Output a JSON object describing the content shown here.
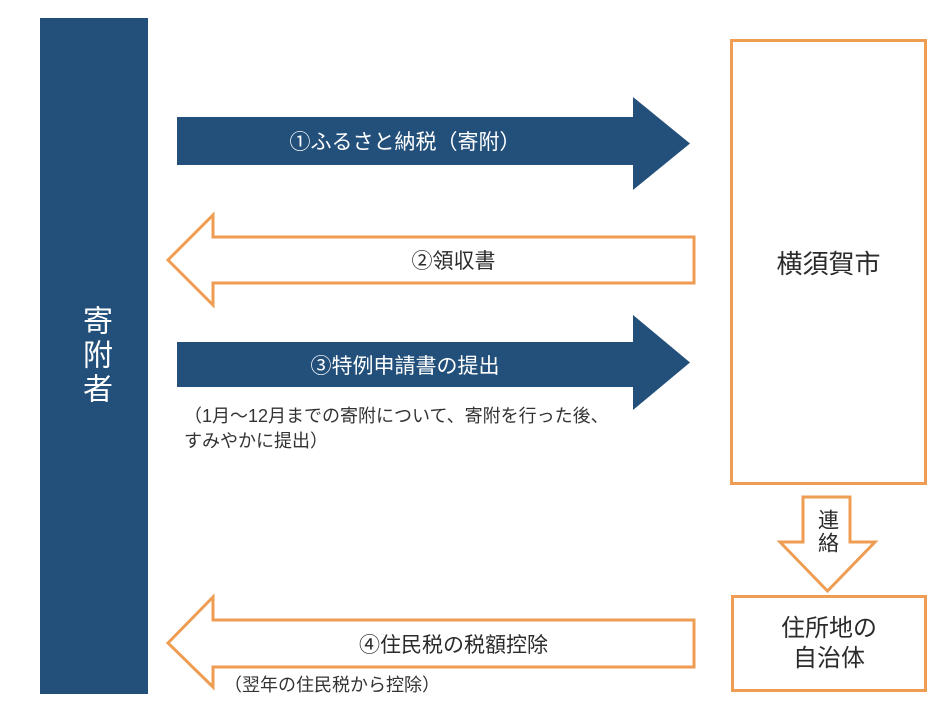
{
  "colors": {
    "navy": "#23507B",
    "orange": "#EE9D52"
  },
  "donor": {
    "label": "寄附者"
  },
  "boxes": {
    "yokosuka": {
      "label": "横須賀市"
    },
    "municipality": {
      "line1": "住所地の",
      "line2": "自治体"
    }
  },
  "arrows": {
    "step1": {
      "label": "①ふるさと納税（寄附）",
      "direction": "right",
      "style": "filled-navy"
    },
    "step2": {
      "label": "②領収書",
      "direction": "left",
      "style": "white-orange-outline"
    },
    "step3": {
      "label": "③特例申請書の提出",
      "note": "（1月～12月までの寄附について、寄附を行った後、\nすみやかに提出）",
      "direction": "right",
      "style": "filled-navy"
    },
    "step4": {
      "label": "④住民税の税額控除",
      "note": "（翌年の住民税から控除）",
      "direction": "left",
      "style": "white-orange-outline"
    },
    "contact": {
      "label": "連絡",
      "direction": "down",
      "style": "white-orange-outline"
    }
  }
}
